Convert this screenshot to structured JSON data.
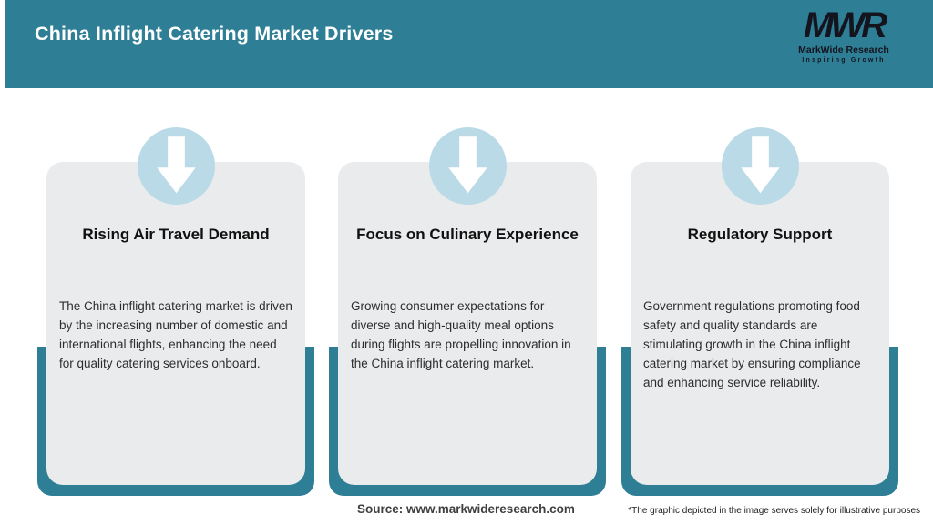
{
  "header": {
    "title": "China Inflight Catering Market Drivers",
    "logo": {
      "acronym": "MWR",
      "name": "MarkWide Research",
      "tagline": "Inspiring Growth"
    }
  },
  "cards": [
    {
      "icon": "down-arrow-icon",
      "title": "Rising Air Travel Demand",
      "description": "The China inflight catering market is driven by the increasing number of domestic and international flights, enhancing the need for quality catering services onboard."
    },
    {
      "icon": "down-arrow-icon",
      "title": "Focus on Culinary Experience",
      "description": "Growing consumer expectations for diverse and high-quality meal options during flights are propelling innovation in the China inflight catering market."
    },
    {
      "icon": "down-arrow-icon",
      "title": "Regulatory Support",
      "description": "Government regulations promoting food safety and quality standards are stimulating growth in the China inflight catering market by ensuring compliance and enhancing service reliability."
    }
  ],
  "footer": {
    "source": "Source: www.markwideresearch.com",
    "disclaimer": "*The graphic depicted in the image serves solely for illustrative purposes"
  },
  "colors": {
    "header_teal": "#2e7f96",
    "backer_teal": "#2e7f96",
    "circle_blue": "#b9dae6",
    "card_gray": "#e9ebec",
    "title_white": "#ffffff",
    "heading_black": "#111111",
    "body_gray": "#2d2d2d"
  }
}
